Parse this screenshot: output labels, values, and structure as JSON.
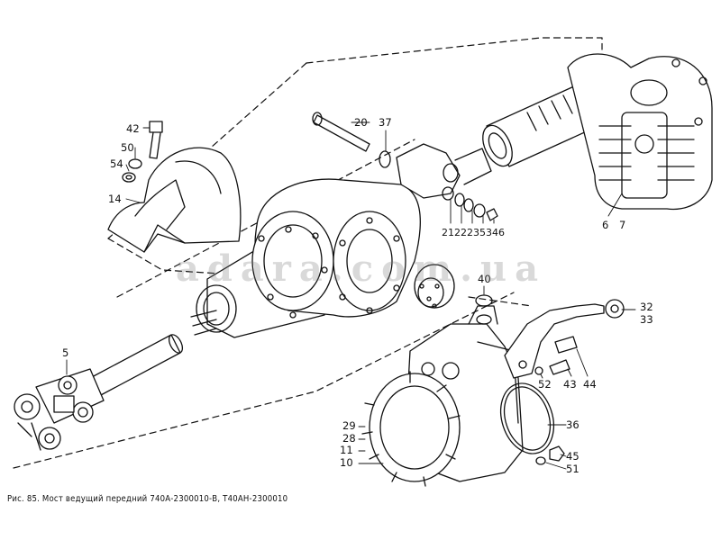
{
  "caption": "Рис. 85. Мост ведущий передний 740А-2300010-В, Т40АН-2300010",
  "watermark": "adara.com.ua",
  "callouts": {
    "c42": "42",
    "c50": "50",
    "c54": "54",
    "c14": "14",
    "c20": "20",
    "c37": "37",
    "c2134": "2122235346",
    "c6": "6",
    "c7": "7",
    "c5": "5",
    "c40": "40",
    "c32": "32",
    "c33": "33",
    "c52": "52",
    "c43": "43",
    "c44": "44",
    "c29": "29",
    "c28": "28",
    "c11": "11",
    "c10": "10",
    "c36": "36",
    "c45": "45",
    "c51": "51"
  }
}
